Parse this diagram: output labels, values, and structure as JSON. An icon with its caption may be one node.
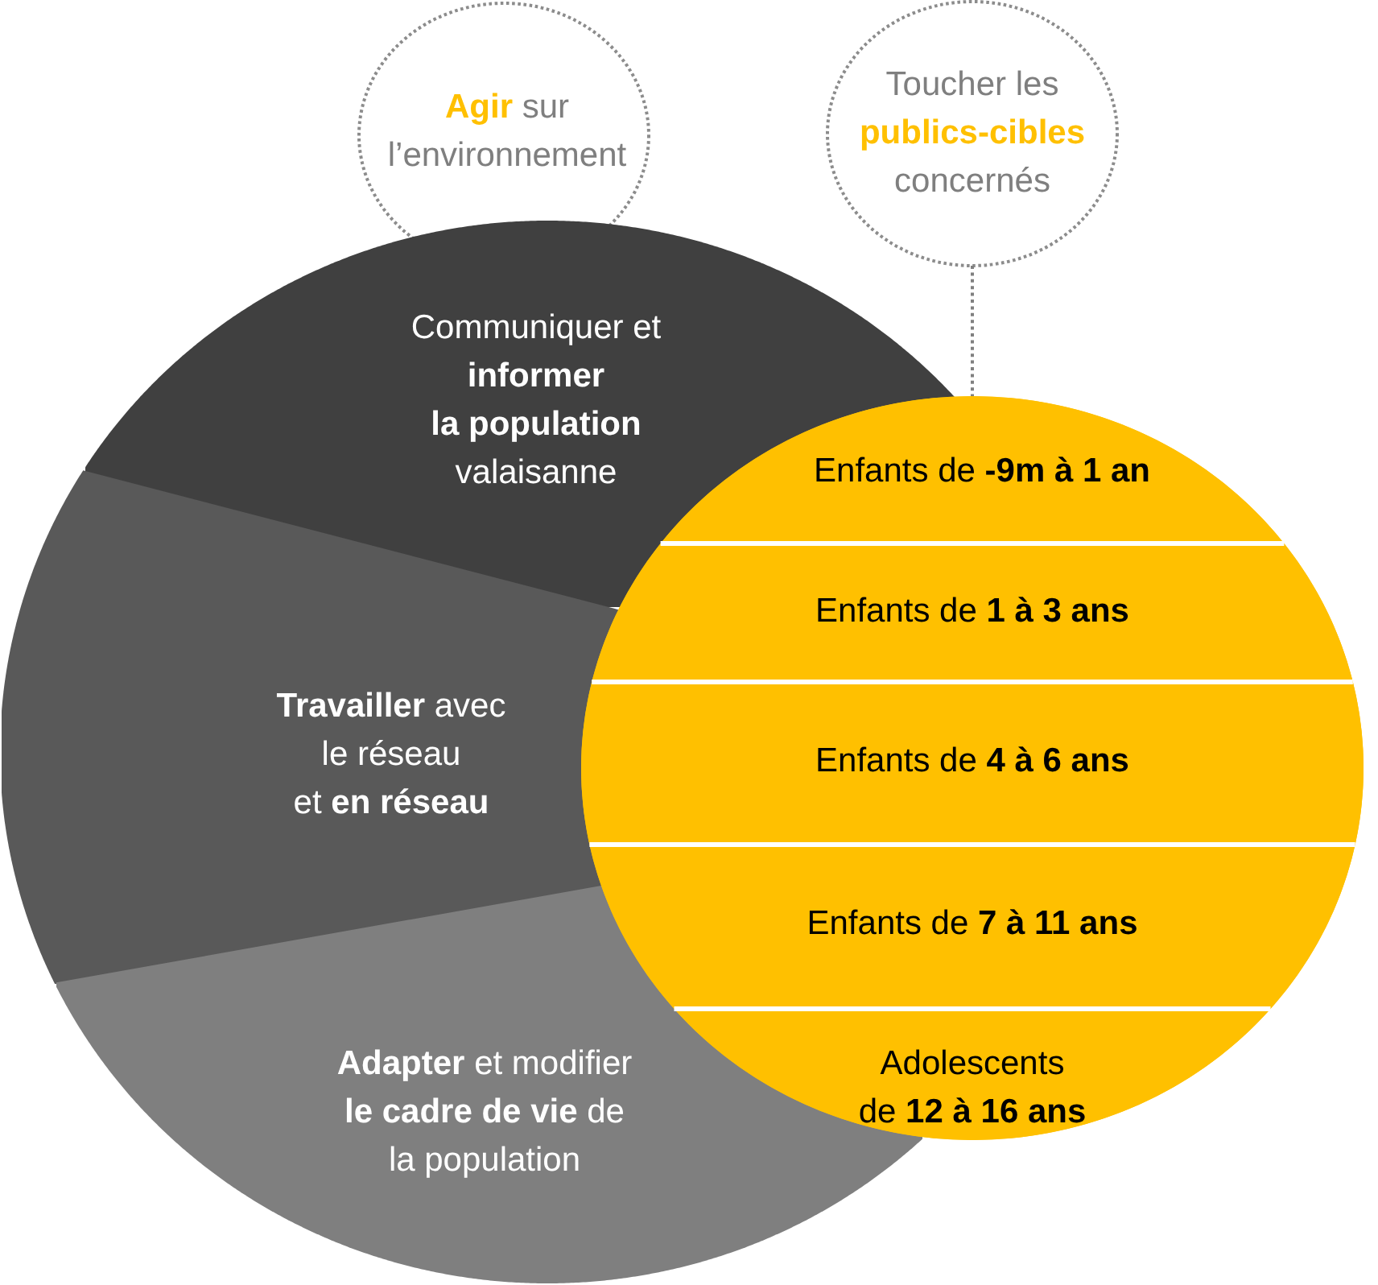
{
  "diagram": {
    "nodes": [
      {
        "text": [
          "**Agir** sur l’environnement"
        ]
      },
      {
        "text": [
          "Toucher les **publics-cibles** concernés"
        ]
      },
      {
        "text": [
          "Communiquer et **informer la population** valaisanne"
        ]
      },
      {
        "text": [
          "**Travailler** avec le réseau et **en réseau**"
        ]
      },
      {
        "text": [
          "**Adapter** et modifier **le cadre de vie** de la population"
        ]
      },
      {
        "text": [],
        "shape": "circle"
      },
      {
        "text": [
          "Enfants de **-9m à 1 an**"
        ],
        "in": 5
      },
      {
        "text": [
          "Enfants de **1 à 3 ans**"
        ],
        "in": 5
      },
      {
        "text": [
          "Enfants de **4 à 6 ans**"
        ],
        "in": 5
      },
      {
        "text": [
          "Enfants de **7 à 11 ans**"
        ],
        "in": 5
      },
      {
        "text": [
          "Adolescents de **12 à 16 ans**"
        ],
        "in": 5
      }
    ],
    "edges": [
      {
        "from": 1,
        "to": 5,
        "arrow": "none",
        "style": "dashed"
      }
    ]
  }
}
